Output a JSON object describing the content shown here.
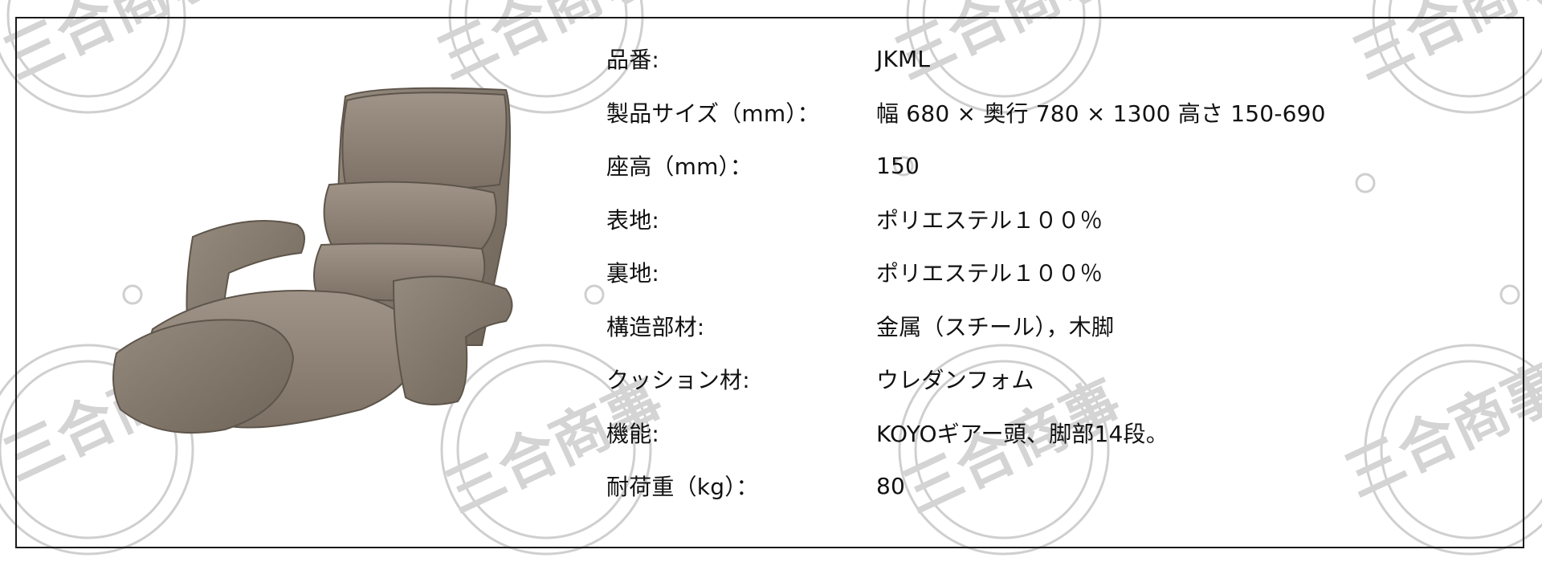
{
  "watermark": {
    "text": "三合商事",
    "color": "#c8c8c8"
  },
  "colors": {
    "frame": "#1a1a1a",
    "text": "#111111",
    "chair_fabric": "#86796c"
  },
  "product_image": {
    "icon": "floor-chair-image"
  },
  "specs": [
    {
      "label": "品番:",
      "value": "JKML"
    },
    {
      "label": "製品サイズ（mm）：",
      "value": "幅 680 × 奥行 780 × 1300 高さ 150-690"
    },
    {
      "label": "座高（mm）：",
      "value": "150"
    },
    {
      "label": "表地:",
      "value": "ポリエステル１００％"
    },
    {
      "label": "裏地:",
      "value": "ポリエステル１００％"
    },
    {
      "label": "構造部材:",
      "value": "金属（スチール），木脚"
    },
    {
      "label": "クッション材:",
      "value": "ウレダンフォム"
    },
    {
      "label": "機能:",
      "value": "KOYOギアー頭、脚部14段。"
    },
    {
      "label": "耐荷重（kg）：",
      "value": "80"
    }
  ]
}
